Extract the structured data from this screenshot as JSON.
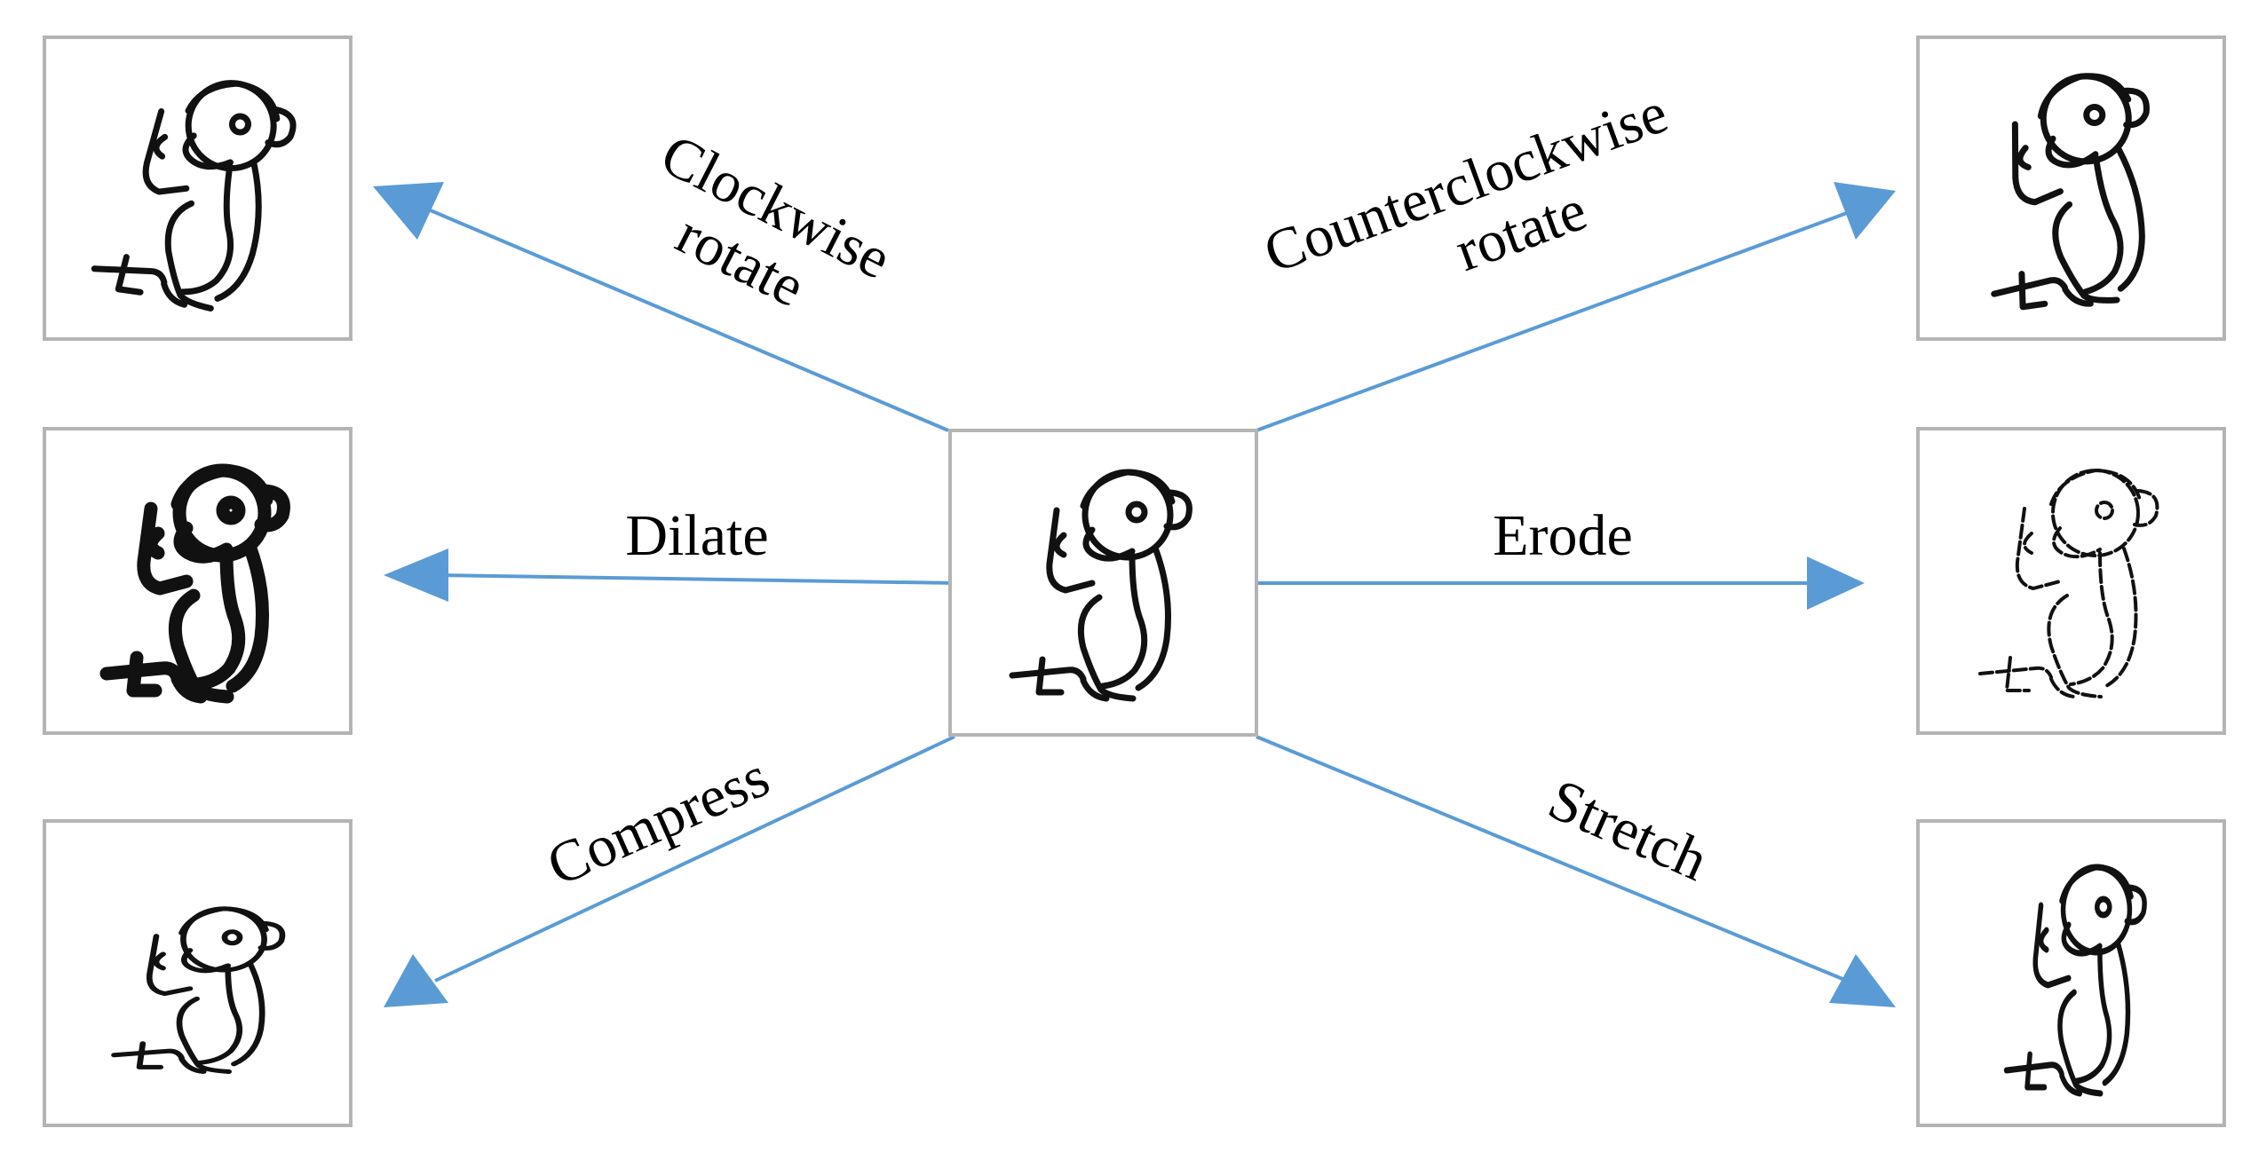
{
  "labels": {
    "clockwise_line1": "Clockwise",
    "clockwise_line2": "rotate",
    "counterclockwise_line1": "Counterclockwise",
    "counterclockwise_line2": "rotate",
    "dilate": "Dilate",
    "erode": "Erode",
    "compress": "Compress",
    "stretch": "Stretch"
  },
  "colors": {
    "arrow": "#5b9bd5",
    "box_border": "#b4b4b4",
    "ink": "#111111"
  },
  "icons": {
    "glyph": "monkey-glyph-icon"
  }
}
